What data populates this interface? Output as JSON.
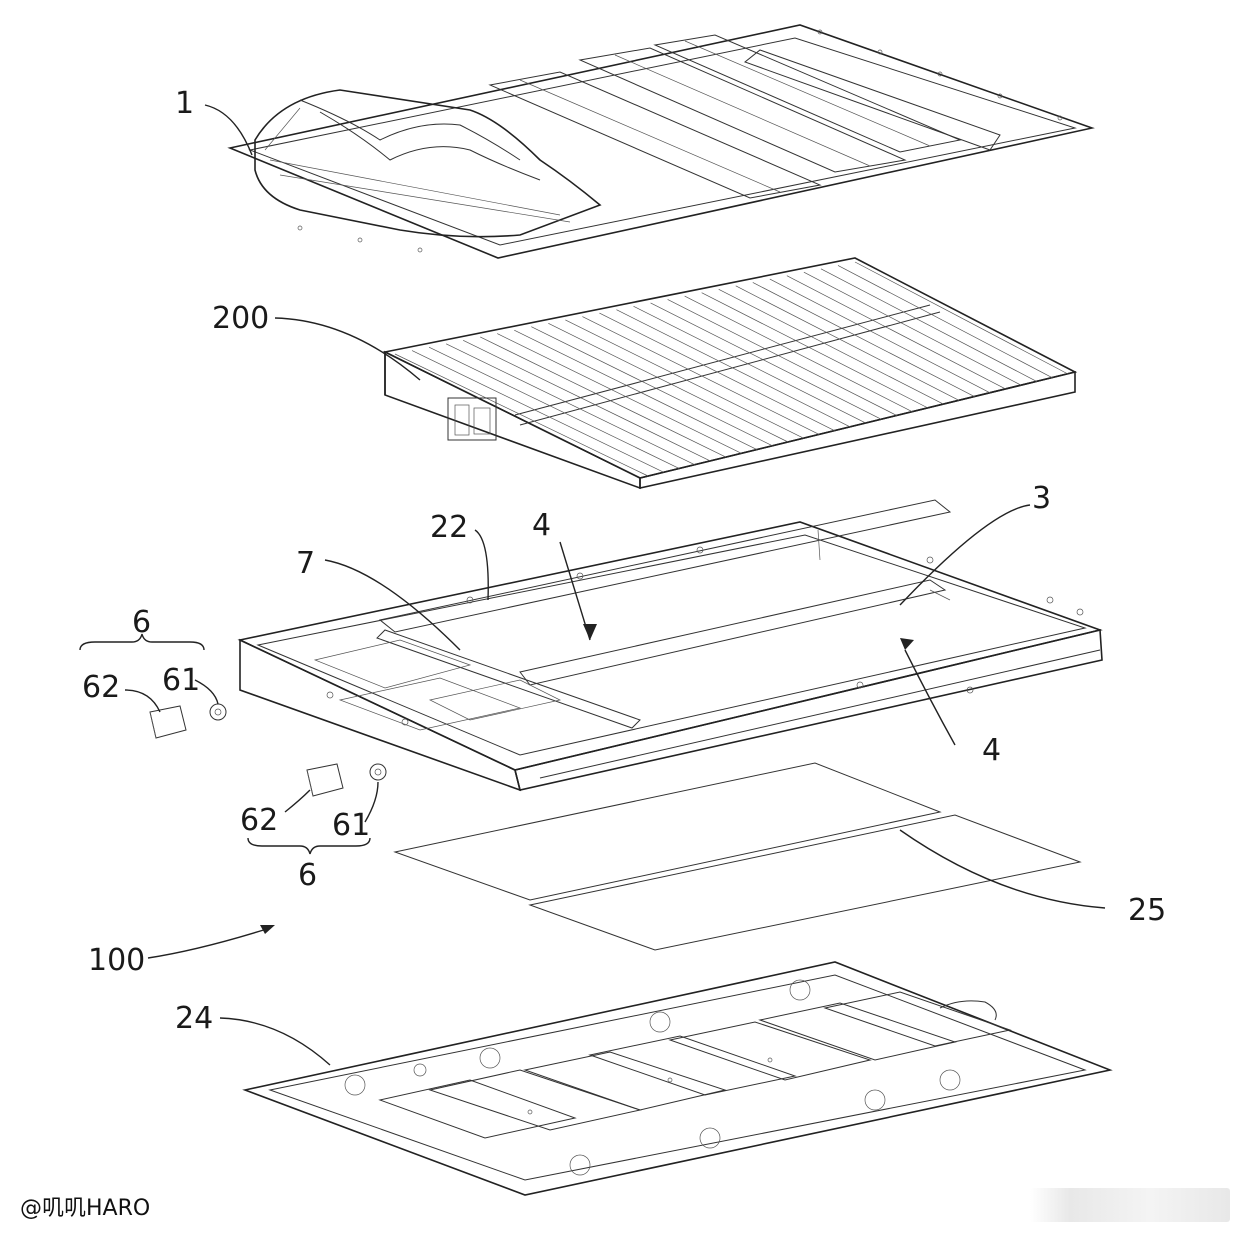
{
  "figure": {
    "labels": {
      "l1": "1",
      "l200": "200",
      "l22": "22",
      "l4a": "4",
      "l3": "3",
      "l7": "7",
      "l6a": "6",
      "l62a": "62",
      "l61a": "61",
      "l4b": "4",
      "l62b": "62",
      "l61b": "61",
      "l6b": "6",
      "l25": "25",
      "l100": "100",
      "l24": "24"
    },
    "watermark": "@叽叽HARO"
  }
}
